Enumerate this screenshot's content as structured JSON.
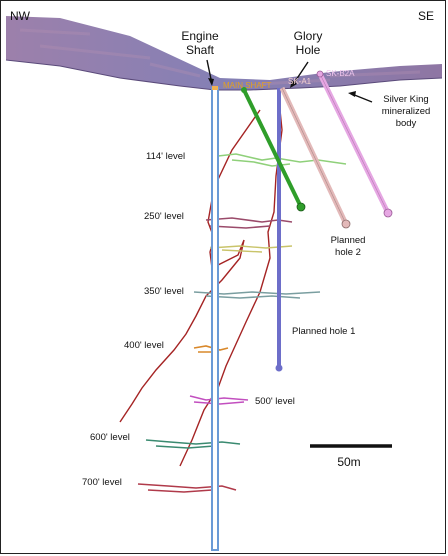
{
  "directions": {
    "left": "NW",
    "right": "SE"
  },
  "titles": {
    "engine_shaft": [
      "Engine",
      "Shaft"
    ],
    "glory_hole": [
      "Glory",
      "Hole"
    ]
  },
  "surface_labels": {
    "main_shaft": "MAIN SHAFT",
    "sk_a": "SK-A1",
    "sk_b": "SK-B2A"
  },
  "silver_king": [
    "Silver King",
    "mineralized",
    "body"
  ],
  "planned_hole_2": [
    "Planned",
    "hole 2"
  ],
  "planned_hole_1": "Planned hole 1",
  "levels": [
    {
      "label": "114' level"
    },
    {
      "label": "250' level"
    },
    {
      "label": "350' level"
    },
    {
      "label": "400' level"
    },
    {
      "label": "500' level"
    },
    {
      "label": "600' level"
    },
    {
      "label": "700' level"
    }
  ],
  "scale_bar": {
    "label": "50m"
  },
  "colors": {
    "shaft": "#6a9ad6",
    "drillhole_green": "#2f9e2a",
    "hole_2": "#e3b9b9",
    "hole_pink": "#e6a7e3",
    "hole_1": "#6d6ec9",
    "trace_red": "#a52424",
    "terrain": "#7c5f9a"
  }
}
